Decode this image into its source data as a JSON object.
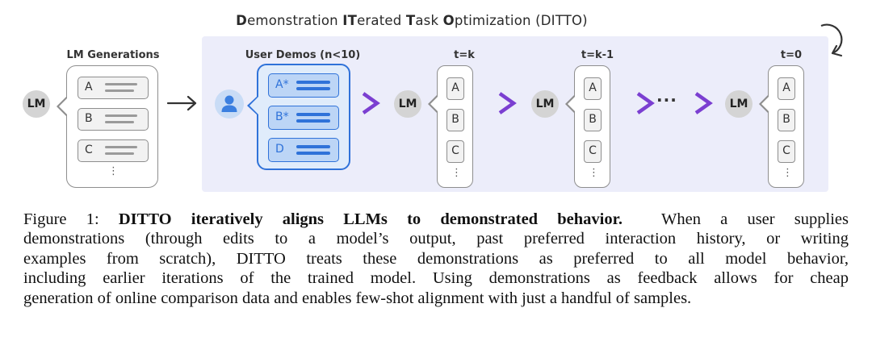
{
  "figure": {
    "title_parts": [
      {
        "text": "D",
        "bold": true
      },
      {
        "text": "emonstration ",
        "bold": false
      },
      {
        "text": "IT",
        "bold": true
      },
      {
        "text": "erated ",
        "bold": false
      },
      {
        "text": "T",
        "bold": true
      },
      {
        "text": "ask ",
        "bold": false
      },
      {
        "text": "O",
        "bold": true
      },
      {
        "text": "ptimization (DITTO)",
        "bold": false
      }
    ],
    "lm_label": "LM",
    "lm_generations_label": "LM Generations",
    "user_demos_label": "User Demos (n<10)",
    "generation_items": [
      "A",
      "B",
      "C"
    ],
    "demo_items": [
      "A*",
      "B*",
      "D"
    ],
    "iterations": [
      {
        "label": "t=k",
        "items": [
          "A",
          "B",
          "C"
        ]
      },
      {
        "label": "t=k-1",
        "items": [
          "A",
          "B",
          "C"
        ]
      },
      {
        "label": "t=0",
        "items": [
          "A",
          "B",
          "C"
        ]
      }
    ],
    "ellipsis": "⋮",
    "dots": "···",
    "colors": {
      "panel": "#ecedfa",
      "demo_blue": "#2f72d9",
      "chevron_purple": "#7b3fd1",
      "user_icon": "#3b7fe0"
    }
  },
  "caption": {
    "lines": [
      "Figure 1: DITTO iteratively aligns LLMs to demonstrated behavior. When a user supplies",
      "demonstrations (through edits to a model’s output, past preferred interaction history, or writing",
      "examples from scratch), DITTO treats these demonstrations as preferred to all model behavior,",
      "including earlier iterations of the trained model. Using demonstrations as feedback allows for cheap",
      "generation of online comparison data and enables few-shot alignment with just a handful of samples."
    ],
    "prefix": "Figure 1: ",
    "bold_part": "DITTO iteratively aligns LLMs to demonstrated behavior.",
    "line1_rest": "When a user supplies"
  }
}
